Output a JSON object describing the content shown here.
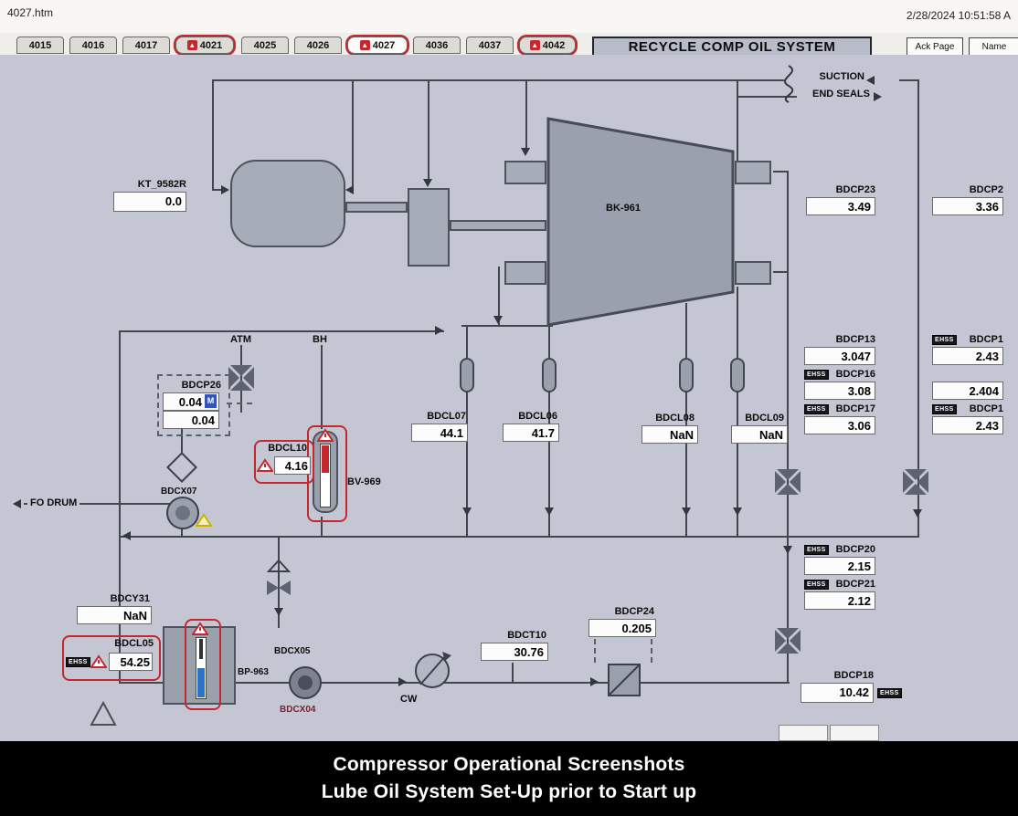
{
  "window": {
    "filename": "4027.htm",
    "datetime": "2/28/2024 10:51:58 A"
  },
  "tabs": [
    {
      "label": "4015"
    },
    {
      "label": "4016"
    },
    {
      "label": "4017"
    },
    {
      "label": "4021",
      "alarm": true
    },
    {
      "label": "4025"
    },
    {
      "label": "4026"
    },
    {
      "label": "4027",
      "alarm": true,
      "active": true
    },
    {
      "label": "4036"
    },
    {
      "label": "4037"
    },
    {
      "label": "4042",
      "alarm": true
    }
  ],
  "header": {
    "title": "RECYCLE COMP OIL SYSTEM",
    "ack_button": "Ack Page",
    "name_button": "Name"
  },
  "labels": {
    "ehss": "EHSS",
    "m_badge": "M",
    "suction": "SUCTION",
    "end_seals": "END SEALS",
    "atm": "ATM",
    "bh": "BH",
    "fo_drum": "FO DRUM",
    "cw": "CW"
  },
  "equipment": {
    "compressor": "BK-961",
    "vessel": "BV-969",
    "pump_bp": "BP-963",
    "pump_x04": "BDCX04",
    "pump_x05": "BDCX05",
    "pump_x07": "BDCX07"
  },
  "tags": {
    "kt9582r": {
      "label": "KT_9582R",
      "value": "0.0"
    },
    "bdcp23": {
      "label": "BDCP23",
      "value": "3.49"
    },
    "bdcp22": {
      "label": "BDCP2",
      "value": "3.36"
    },
    "bdcp13": {
      "label": "BDCP13",
      "value": "3.047"
    },
    "bdcp16": {
      "label": "BDCP16",
      "value": "3.08"
    },
    "bdcp17": {
      "label": "BDCP17",
      "value": "3.06"
    },
    "bdcp14": {
      "label": "BDCP1",
      "value": "2.43"
    },
    "bdcp15": {
      "label": "",
      "value": "2.404"
    },
    "bdcp19": {
      "label": "BDCP1",
      "value": "2.43"
    },
    "bdcp26": {
      "label": "BDCP26",
      "value1": "0.04",
      "value2": "0.04"
    },
    "bdcl07": {
      "label": "BDCL07",
      "value": "44.1"
    },
    "bdcl06": {
      "label": "BDCL06",
      "value": "41.7"
    },
    "bdcl08": {
      "label": "BDCL08",
      "value": "NaN"
    },
    "bdcl09": {
      "label": "BDCL09",
      "value": "NaN"
    },
    "bdcl10": {
      "label": "BDCL10",
      "value": "4.16"
    },
    "bdcp20": {
      "label": "BDCP20",
      "value": "2.15"
    },
    "bdcp21": {
      "label": "BDCP21",
      "value": "2.12"
    },
    "bdcy31": {
      "label": "BDCY31",
      "value": "NaN"
    },
    "bdcl05": {
      "label": "BDCL05",
      "value": "54.25"
    },
    "bdct10": {
      "label": "BDCT10",
      "value": "30.76"
    },
    "bdcp24": {
      "label": "BDCP24",
      "value": "0.205"
    },
    "bdcp18": {
      "label": "BDCP18",
      "value": "10.42"
    }
  },
  "caption": {
    "line1": "Compressor Operational Screenshots",
    "line2": "Lube Oil System Set-Up prior to Start up"
  },
  "colors": {
    "alarm_red": "#c4272e",
    "level_blue": "#2b72c8",
    "diagram_bg": "#c4c7d3"
  }
}
